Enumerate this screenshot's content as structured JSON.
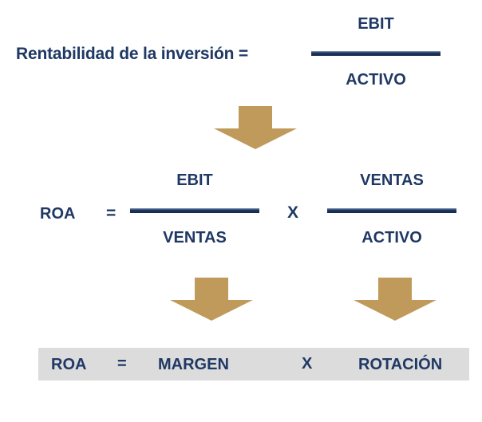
{
  "colors": {
    "text_navy": "#1F3864",
    "bar_navy": "#1F3864",
    "arrow_tan": "#C09A5B",
    "result_band_gray": "#DCDCDC",
    "background": "#FFFFFF"
  },
  "row1": {
    "label": "Rentabilidad de la inversión =",
    "fraction": {
      "numerator": "EBIT",
      "denominator": "ACTIVO"
    }
  },
  "arrow1": {
    "name": "down-arrow",
    "direction": "down"
  },
  "row2": {
    "lhs": "ROA",
    "equals": "=",
    "fraction_left": {
      "numerator": "EBIT",
      "denominator": "VENTAS"
    },
    "multiply": "X",
    "fraction_right": {
      "numerator": "VENTAS",
      "denominator": "ACTIVO"
    }
  },
  "arrow2": {
    "name": "down-arrow",
    "direction": "down"
  },
  "arrow3": {
    "name": "down-arrow",
    "direction": "down"
  },
  "result": {
    "lhs": "ROA",
    "equals": "=",
    "factor_1": "MARGEN",
    "multiply": "X",
    "factor_2": "ROTACIÓN"
  }
}
